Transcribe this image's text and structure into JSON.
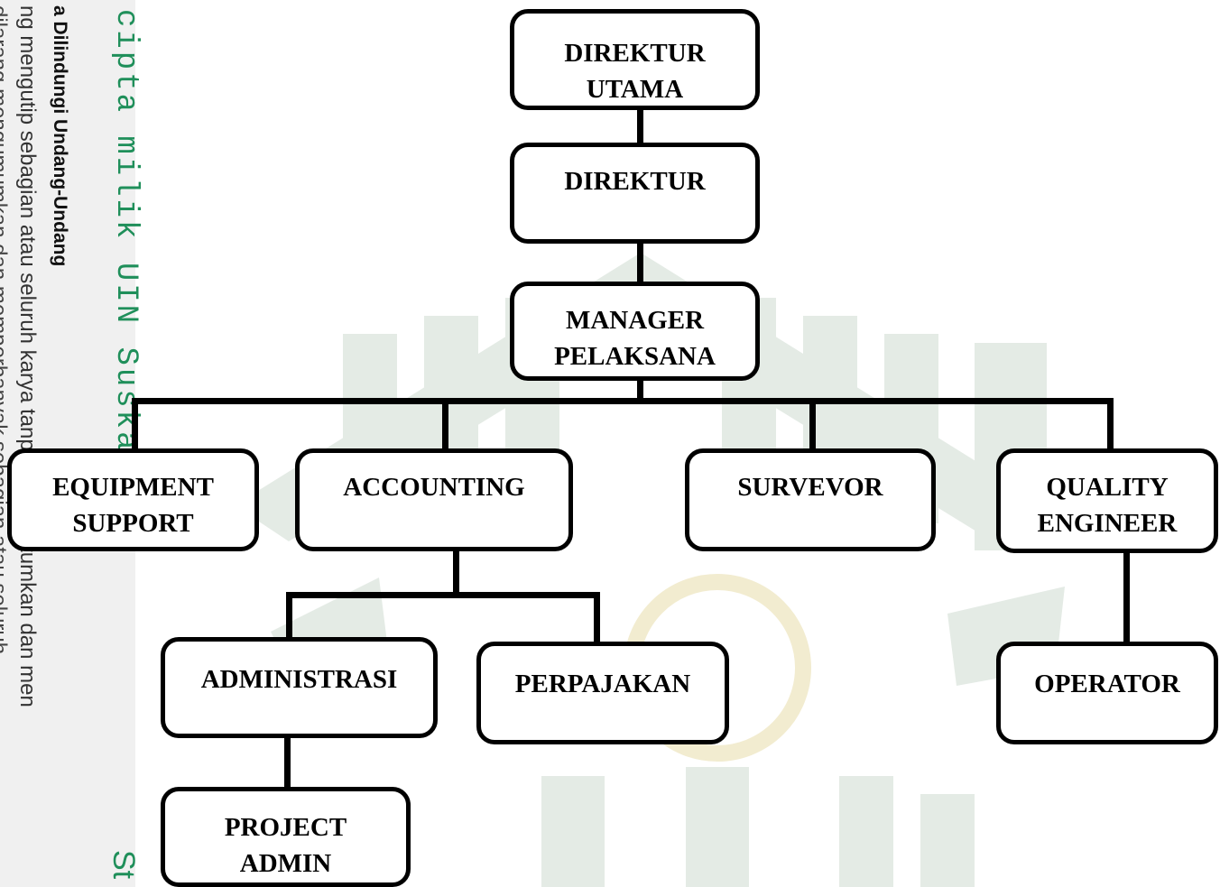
{
  "watermark": {
    "heading": "a Dilindungi Undang-Undang",
    "line1": "ng mengutip sebagian atau seluruh karya tanpa mencantumkan dan men",
    "line2": "dilarang mengumumkan dan memperbanyak sebagian atau seluruh",
    "brand": "cipta milik UIN Suska Ri",
    "corner": "St"
  },
  "org_chart": {
    "direktur_utama": "DIREKTUR\nUTAMA",
    "direktur": "DIREKTUR",
    "manager_pelaksana": "MANAGER\nPELAKSANA",
    "equipment_support": "EQUIPMENT\nSUPPORT",
    "accounting": "ACCOUNTING",
    "survevor": "SURVEVOR",
    "quality_engineer": "QUALITY\nENGINEER",
    "administrasi": "ADMINISTRASI",
    "perpajakan": "PERPAJAKAN",
    "operator": "OPERATOR",
    "project_admin": "PROJECT\nADMIN"
  },
  "colors": {
    "line": "#000000",
    "box_border": "#000000",
    "watermark_green": "#1f8f5a"
  }
}
